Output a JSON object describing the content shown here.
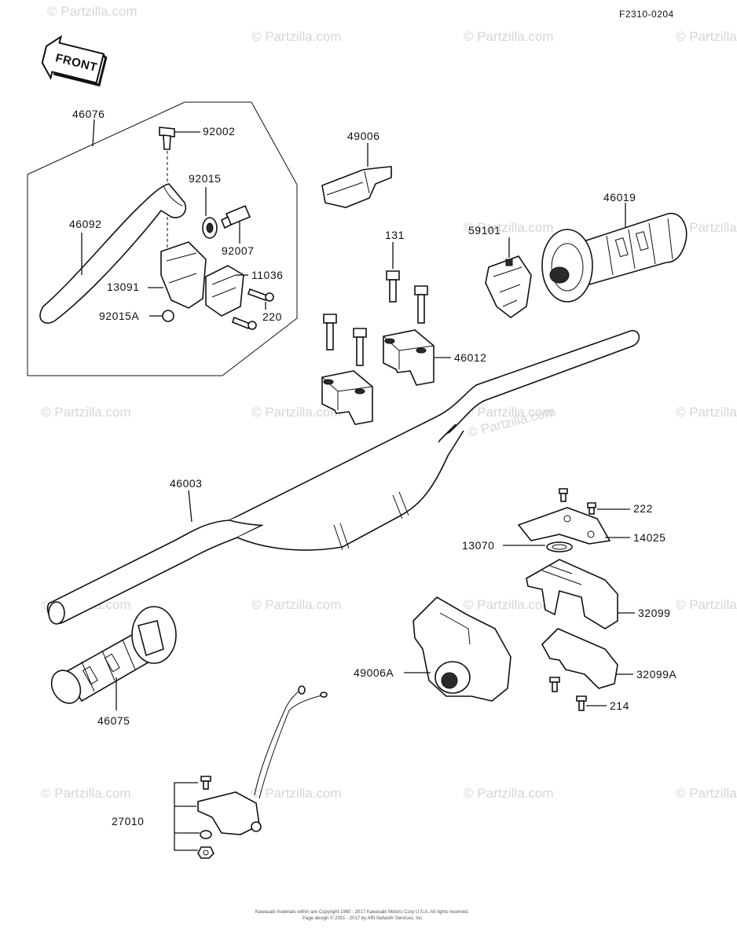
{
  "diagram_code": "F2310-0204",
  "front_label": "FRONT",
  "watermark": "© Partzilla.com",
  "parts": {
    "p46076": "46076",
    "p92002": "92002",
    "p92015": "92015",
    "p92007": "92007",
    "p46092": "46092",
    "p11036": "11036",
    "p13091": "13091",
    "p220": "220",
    "p92015A": "92015A",
    "p49006": "49006",
    "p131": "131",
    "p59101": "59101",
    "p46019": "46019",
    "p46012": "46012",
    "p46003": "46003",
    "p222": "222",
    "p14025": "14025",
    "p13070": "13070",
    "p32099": "32099",
    "p49006A": "49006A",
    "p32099A": "32099A",
    "p214": "214",
    "p46075": "46075",
    "p27010": "27010"
  },
  "footer": {
    "line1": "Kawasaki materials within are Copyright 1960 - 2017 Kawasaki Motors Corp U.S.A. All rights reserved.",
    "line2": "Page design © 2001 - 2017 by ARI Network Services, Inc."
  }
}
